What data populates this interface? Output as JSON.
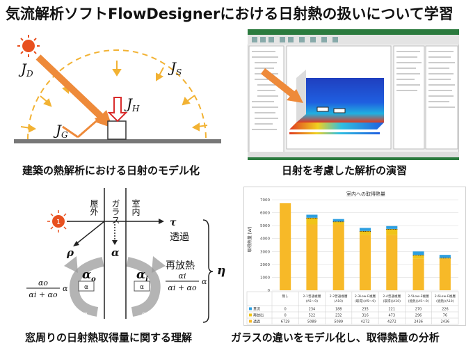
{
  "title": "気流解析ソフトFlowDesignerにおける日射熱の扱いについて学習",
  "panels": {
    "modeling": {
      "caption": "建築の熱解析における日射のモデル化",
      "labels": {
        "jd_main": "J",
        "jd_sub": "D",
        "js_main": "J",
        "js_sub": "S",
        "jh_main": "J",
        "jh_sub": "H",
        "jg_main": "J",
        "jg_sub": "G"
      }
    },
    "exercise": {
      "caption": "日射を考慮した解析の演習"
    },
    "window": {
      "caption": "窓周りの日射熱取得量に関する理解",
      "label_outside": "屋外",
      "label_glass": "ガラス",
      "label_inside": "室内",
      "sun_number": "1",
      "tau": "τ",
      "tau_label": "透過",
      "rho": "ρ",
      "alpha": "α",
      "eta": "η",
      "reradiation": "再放熱",
      "alpha_o": "α",
      "alpha_o_sub": "o",
      "alpha_i": "α",
      "alpha_i_sub": "i",
      "frac_left_num": "αo",
      "frac_left_den": "αi + αo",
      "frac_right_num": "αi",
      "frac_right_den": "αi + αo",
      "frac_tail": "α"
    },
    "analysis": {
      "caption": "ガラスの違いをモデル化し、取得熱量の分析"
    }
  },
  "chart_data": {
    "type": "bar",
    "title": "室内への取得熱量",
    "ylabel": "取得熱量 [W]",
    "ylim": [
      0,
      7000
    ],
    "yticks": [
      "0",
      "1000",
      "2000",
      "3000",
      "4000",
      "5000",
      "6000",
      "7000"
    ],
    "categories": [
      "無し",
      "2-1普通複層(A5〜9)",
      "2-2普通複層(A10)",
      "2-3Low-E複層(取得)(A5〜9)",
      "2-4普通複層(取得)(A10)",
      "2-5Low-E複層(遮熱)(A5〜9)",
      "2-6Low-E複層(遮熱)(A10)"
    ],
    "series": [
      {
        "name": "貫流",
        "color": "#2e9fe0",
        "values": [
          0,
          234,
          188,
          235,
          221,
          270,
          226
        ]
      },
      {
        "name": "再放出",
        "color": "#f0c419",
        "values": [
          0,
          522,
          232,
          316,
          473,
          296,
          76
        ]
      },
      {
        "name": "透過",
        "color": "#f7b928",
        "values": [
          6729,
          5089,
          5089,
          4272,
          4272,
          2436,
          2436
        ]
      }
    ],
    "table_rows": [
      {
        "label": "貫流",
        "values": [
          "0",
          "234",
          "188",
          "235",
          "221",
          "270",
          "226"
        ]
      },
      {
        "label": "再放出",
        "values": [
          "0",
          "522",
          "232",
          "316",
          "473",
          "296",
          "76"
        ]
      },
      {
        "label": "透過",
        "values": [
          "6729",
          "5089",
          "5089",
          "4272",
          "4272",
          "2436",
          "2436"
        ]
      }
    ]
  }
}
